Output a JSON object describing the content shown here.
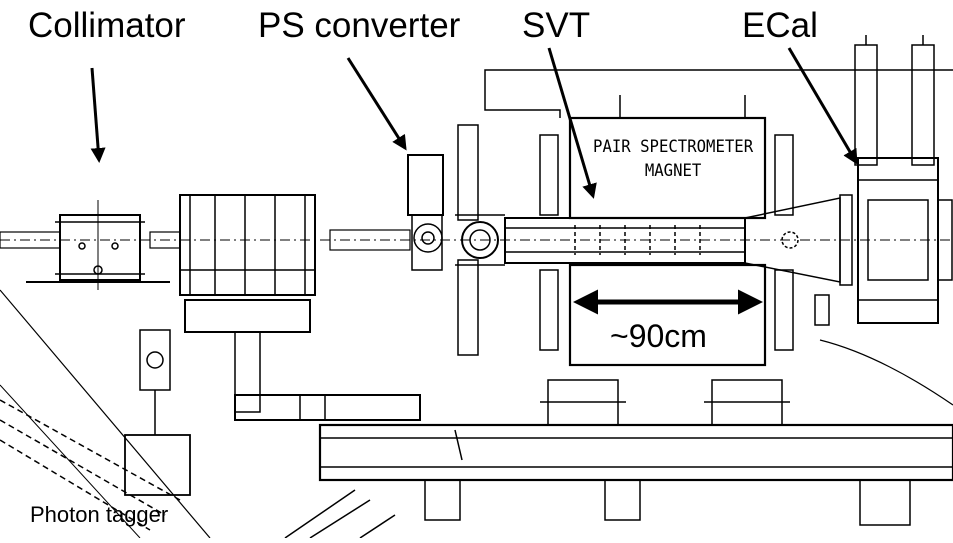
{
  "labels": {
    "collimator": "Collimator",
    "ps_converter": "PS converter",
    "svt": "SVT",
    "ecal": "ECal",
    "magnet_line1": "PAIR SPECTROMETER",
    "magnet_line2": "MAGNET",
    "dimension": "~90cm",
    "photon_tagger": "Photon tagger"
  }
}
